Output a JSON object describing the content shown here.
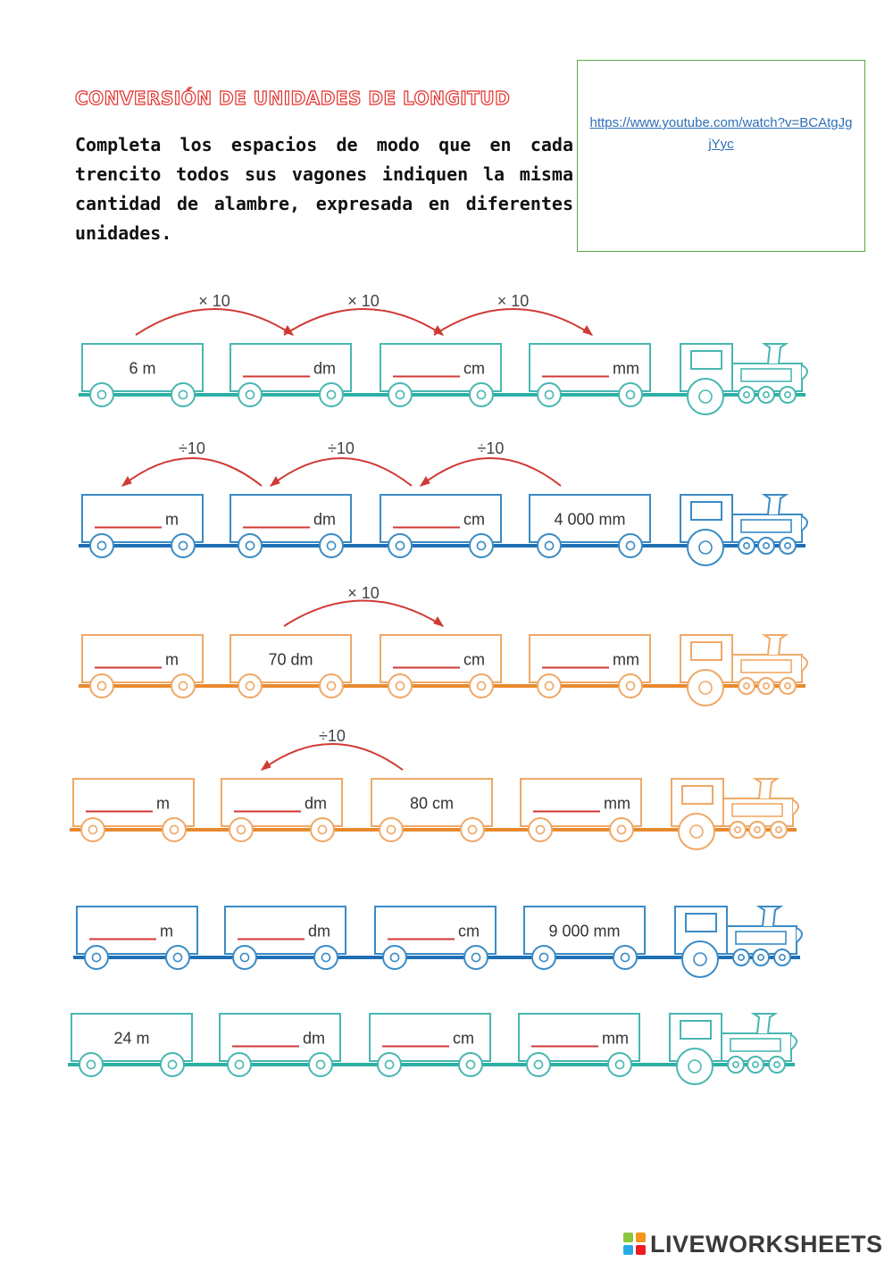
{
  "title": "CONVERSIÓN DE UNIDADES DE LONGITUD",
  "instructions": "Completa los espacios de modo que en cada trencito todos sus vagones indiquen la misma cantidad de alambre, expresada en diferentes unidades.",
  "link": "https://www.youtube.com/watch?v=BCAtgJgjYyc",
  "colors": {
    "title": "#e2312b",
    "blue": "#3a8bc6",
    "blue_rail": "#1f6fb5",
    "orange": "#f0a866",
    "orange_rail": "#e8892e",
    "teal": "#48b7b1",
    "teal_rail": "#2bb0a3",
    "arrow": "#d03a34",
    "blank": "#d03a34"
  },
  "trains": [
    {
      "color": "teal",
      "wagons": [
        {
          "given": "6 m"
        },
        {
          "unit": "dm"
        },
        {
          "unit": "cm"
        },
        {
          "unit": "mm"
        }
      ],
      "arrows": [
        {
          "label": "× 10",
          "from": 0,
          "to": 1
        },
        {
          "label": "× 10",
          "from": 1,
          "to": 2
        },
        {
          "label": "× 10",
          "from": 2,
          "to": 3
        }
      ]
    },
    {
      "color": "blue",
      "wagons": [
        {
          "unit": "m"
        },
        {
          "unit": "dm"
        },
        {
          "unit": "cm"
        },
        {
          "given": "4 000 mm"
        }
      ],
      "arrows": [
        {
          "label": "÷10",
          "from": 1,
          "to": 0
        },
        {
          "label": "÷10",
          "from": 2,
          "to": 1
        },
        {
          "label": "÷10",
          "from": 3,
          "to": 2
        }
      ]
    },
    {
      "color": "orange",
      "wagons": [
        {
          "unit": "m"
        },
        {
          "given": "70 dm"
        },
        {
          "unit": "cm"
        },
        {
          "unit": "mm"
        }
      ],
      "arrows": [
        {
          "label": "× 10",
          "from": 1,
          "to": 2
        }
      ]
    },
    {
      "color": "orange",
      "wagons": [
        {
          "unit": "m"
        },
        {
          "unit": "dm"
        },
        {
          "given": "80 cm"
        },
        {
          "unit": "mm"
        }
      ],
      "arrows": [
        {
          "label": "÷10",
          "from": 2,
          "to": 1
        }
      ]
    },
    {
      "color": "blue",
      "wagons": [
        {
          "unit": "m"
        },
        {
          "unit": "dm"
        },
        {
          "unit": "cm"
        },
        {
          "given": "9 000 mm"
        }
      ],
      "arrows": []
    },
    {
      "color": "teal",
      "wagons": [
        {
          "given": "24 m"
        },
        {
          "unit": "dm"
        },
        {
          "unit": "cm"
        },
        {
          "unit": "mm"
        }
      ],
      "arrows": []
    }
  ],
  "footer": {
    "brand": "LIVEWORKSHEETS",
    "logo_colors": [
      "#8cc63f",
      "#f7941d",
      "#29abe2",
      "#ec1c24"
    ]
  }
}
